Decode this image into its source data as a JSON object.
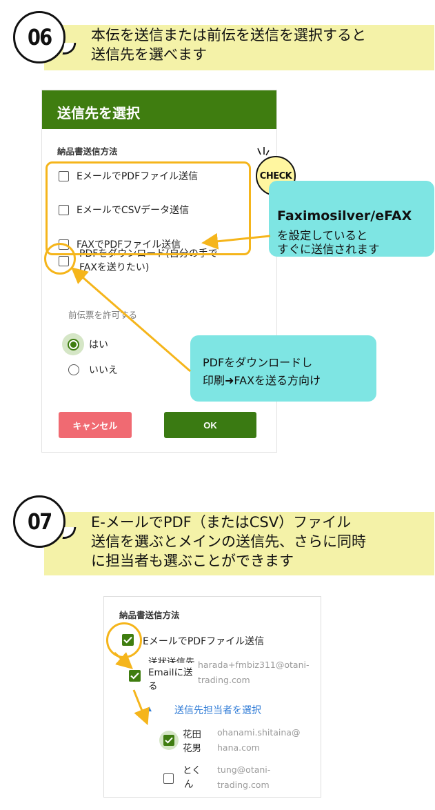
{
  "step06": {
    "number": "06",
    "line1": "本伝を送信または前伝を送信を選択すると",
    "line2": "送信先を選べます"
  },
  "dialog1": {
    "title": "送信先を選択",
    "section_label": "納品書送信方法",
    "options": [
      {
        "label": "EメールでPDFファイル送信",
        "checked": false
      },
      {
        "label": "EメールでCSVデータ送信",
        "checked": false
      },
      {
        "label": "FAXでPDFファイル送信",
        "checked": false
      },
      {
        "label_line1": "PDFをダウンロード(自分の手で",
        "label_line2": "FAXを送りたい)",
        "checked": false
      }
    ],
    "prev_label": "前伝票を許可する",
    "radio_yes": "はい",
    "radio_no": "いいえ",
    "radio_selected": "はい",
    "cancel_label": "キャンセル",
    "ok_label": "OK"
  },
  "callout_fax": {
    "badge": "CHECK",
    "title": "Faximosilver/eFAX",
    "line1": "を設定していると",
    "line2": "すぐに送信されます"
  },
  "callout_pdf": {
    "line1": "PDFをダウンロードし",
    "line2": "印刷➜FAXを送る方向け"
  },
  "step07": {
    "number": "07",
    "line1": "E-メールでPDF（またはCSV）ファイル",
    "line2": "送信を選ぶとメインの送信先、さらに同時",
    "line3": "に担当者も選ぶことができます"
  },
  "dialog2": {
    "section_label": "納品書送信方法",
    "email_pdf_label": "EメールでPDFファイル送信",
    "send_label_lines": [
      "送状送信先",
      "Emailに送",
      "る"
    ],
    "send_email_lines": [
      "harada+fmbiz311@otani-",
      "trading.com"
    ],
    "select_contact_link": "送信先担当者を選択",
    "contacts": [
      {
        "name_lines": [
          "花田",
          "花男"
        ],
        "email_lines": [
          "ohanami.shitaina@",
          "hana.com"
        ],
        "checked": true
      },
      {
        "name_lines": [
          "とく",
          "ん"
        ],
        "email_lines": [
          "tung@otani-",
          "trading.com"
        ],
        "checked": false
      }
    ]
  },
  "colors": {
    "primary_green": "#3f7d10",
    "cancel_red": "#f06a72",
    "callout_cyan": "#7ee5e3",
    "highlight_orange": "#f5b51b",
    "step_yellow": "#f4f2a8",
    "link_blue": "#2f7bd6"
  }
}
